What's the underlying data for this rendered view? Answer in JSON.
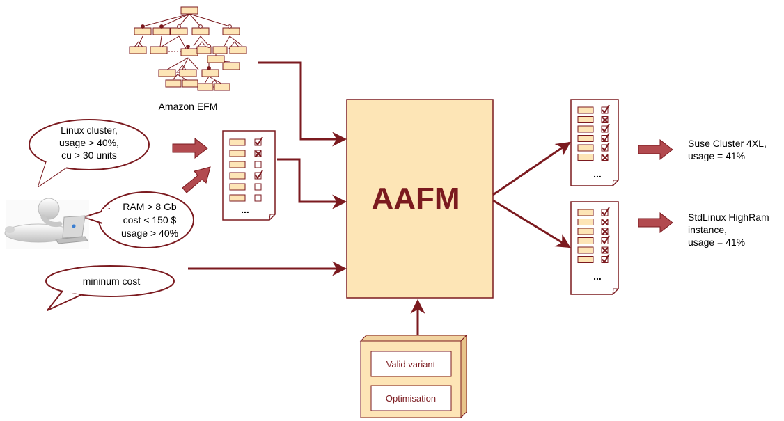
{
  "feature_model": {
    "caption": "Amazon EFM"
  },
  "engine": {
    "title": "AAFM"
  },
  "inputs": {
    "bubble1": [
      "Linux cluster,",
      "usage > 40%,",
      "cu > 30 units"
    ],
    "bubble2": [
      "RAM > 8 Gb",
      "cost < 150 $",
      "usage > 40%"
    ],
    "bubble3": [
      "mininum cost"
    ]
  },
  "operations": {
    "valid_variant": "Valid variant",
    "optimisation": "Optimisation"
  },
  "outputs": {
    "result1": [
      "Suse Cluster 4XL,",
      "usage = 41%"
    ],
    "result2": [
      "StdLinux HighRam",
      "instance,",
      "usage = 41%"
    ]
  },
  "ellipsis": "...",
  "colors": {
    "primary": "#7b1a1f",
    "box_fill": "#fde5b6",
    "accent_fill": "#f9dca8"
  },
  "documents": {
    "input_config": [
      "check",
      "cross",
      "empty",
      "check",
      "empty",
      "empty"
    ],
    "output_config1": [
      "check",
      "cross",
      "check",
      "check",
      "check",
      "cross"
    ],
    "output_config2": [
      "check",
      "cross",
      "cross",
      "check",
      "cross",
      "check"
    ]
  }
}
